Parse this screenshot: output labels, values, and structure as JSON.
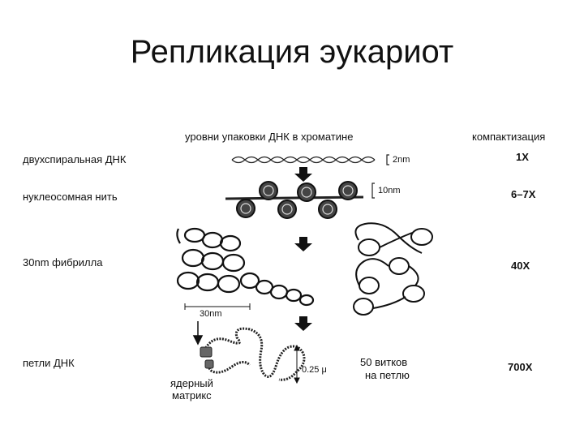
{
  "title": "Репликация эукариот",
  "header": {
    "levels": "уровни упаковки ДНК в хроматине",
    "compaction": "компактизация"
  },
  "rows": [
    {
      "label": "двухспиральная ДНК",
      "size": "2nm",
      "compaction": "1X"
    },
    {
      "label": "нуклеосомная нить",
      "size": "10nm",
      "compaction": "6–7X"
    },
    {
      "label": "30nm фибрилла",
      "size": "30nm",
      "compaction": "40X"
    },
    {
      "label": "петли ДНК",
      "size": "0.25 μ",
      "compaction": "700X"
    }
  ],
  "annotations": {
    "matrix_line1": "ядерный",
    "matrix_line2": "матрикс",
    "loops_line1": "50 витков",
    "loops_line2": "на петлю"
  }
}
